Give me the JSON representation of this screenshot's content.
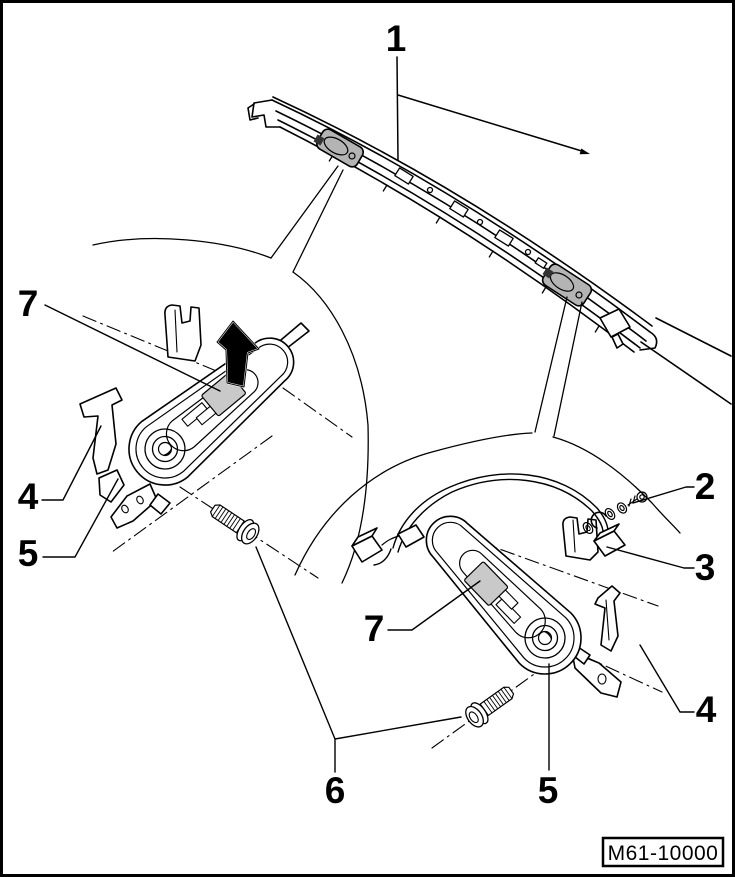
{
  "figure": {
    "code_label": "M61-10000",
    "background_color": "#ffffff",
    "line_color": "#000000",
    "pad_fill": "#c9c9c9",
    "latch_fill": "#b4b4b4",
    "arrow_fill": "#000000"
  },
  "callouts": {
    "rail": "1",
    "nut": "2",
    "switch": "3",
    "bracket_left": "4",
    "bracket_right": "4",
    "latch_left": "5",
    "latch_right": "5",
    "screws": "6",
    "pad_left": "7",
    "pad_right": "7"
  }
}
